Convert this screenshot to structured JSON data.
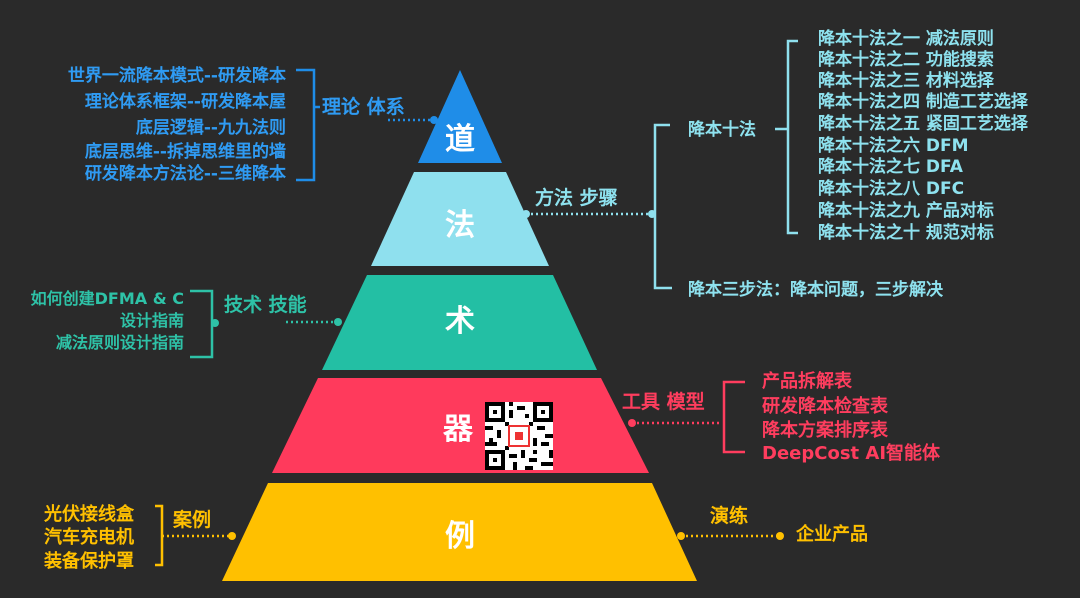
{
  "colors": {
    "background": "#2a2a2a",
    "dao": "#1f8de8",
    "fa": "#8fe0ee",
    "shu": "#23bfa4",
    "qi": "#ff3a5c",
    "li": "#ffc000"
  },
  "levels": {
    "dao": "道",
    "fa": "法",
    "shu": "术",
    "qi": "器",
    "li": "例"
  },
  "dao_branch": {
    "label": "理论 体系",
    "items": [
      "世界一流降本模式--研发降本",
      "理论体系框架--研发降本屋",
      "底层逻辑--九九法则",
      "底层思维--拆掉思维里的墙",
      "研发降本方法论--三维降本"
    ]
  },
  "fa_branch": {
    "label": "方法 步骤",
    "ten_methods": {
      "label": "降本十法",
      "items": [
        "降本十法之一  减法原则",
        "降本十法之二  功能搜索",
        "降本十法之三  材料选择",
        "降本十法之四  制造工艺选择",
        "降本十法之五  紧固工艺选择",
        "降本十法之六  DFM",
        "降本十法之七  DFA",
        "降本十法之八  DFC",
        "降本十法之九  产品对标",
        "降本十法之十  规范对标"
      ]
    },
    "three_steps": "降本三步法：降本问题，三步解决"
  },
  "shu_branch": {
    "label": "技术 技能",
    "items": [
      "如何创建DFMA & C",
      "设计指南",
      "减法原则设计指南"
    ]
  },
  "qi_branch": {
    "label": "工具 模型",
    "items": [
      "产品拆解表",
      "研发降本检查表",
      "降本方案排序表",
      "DeepCost AI智能体"
    ]
  },
  "li_left": {
    "label": "案例",
    "items": [
      "光伏接线盒",
      "汽车充电机",
      "装备保护罩"
    ]
  },
  "li_right": {
    "label": "演练",
    "item": "企业产品"
  }
}
